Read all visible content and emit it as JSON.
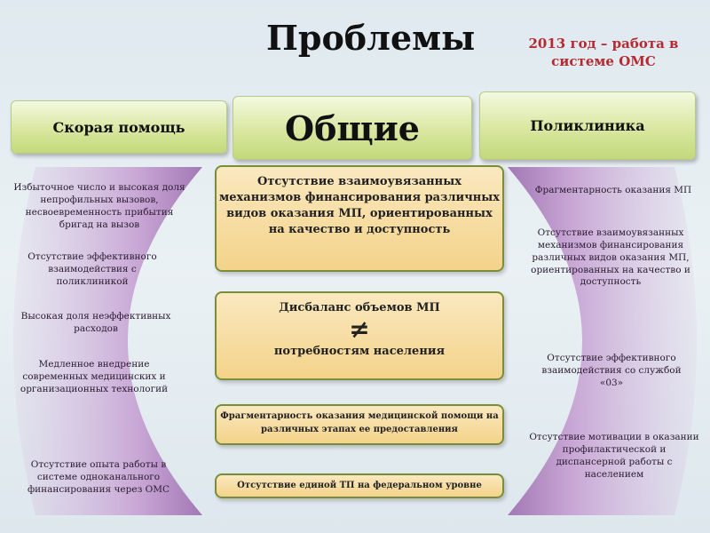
{
  "slide": {
    "title": "Проблемы",
    "note": "2013 год – работа в системе ОМС"
  },
  "headers": {
    "left": "Скорая помощь",
    "center": "Общие",
    "right": "Поликлиника"
  },
  "left_items": [
    "Избыточное число и высокая доля непрофильных вызовов, несвоевременность прибытия бригад на вызов",
    "Отсутствие эффективного взаимодействия с поликлиникой",
    "Высокая доля неэффективных расходов",
    "Медленное внедрение современных медицинских и организационных технологий",
    "Отсутствие опыта работы в системе одноканального финансирования через ОМС"
  ],
  "center_items": {
    "box1": "Отсутствие взаимоувязанных механизмов финансирования различных видов оказания МП, ориентированных на качество и доступность",
    "box2_top": "Дисбаланс объемов МП",
    "box2_symbol": "≠",
    "box2_bottom": "потребностям населения",
    "box3": "Фрагментарность оказания медицинской помощи на различных этапах ее предоставления",
    "box4": "Отсутствие единой ТП на федеральном уровне"
  },
  "right_items": [
    "Фрагментарность оказания МП",
    "Отсутствие взаимоувязанных механизмов финансирования различных видов оказания МП, ориентированных на качество и доступность",
    "Отсутствие эффективного взаимодействия со службой «03»",
    "Отсутствие мотивации в оказании профилактической и диспансерной работы с населением"
  ],
  "colors": {
    "header_green": "#cfe08e",
    "center_orange": "#f4d38a",
    "crescent_violet": "#b88fc7",
    "note_red": "#b52a31"
  }
}
